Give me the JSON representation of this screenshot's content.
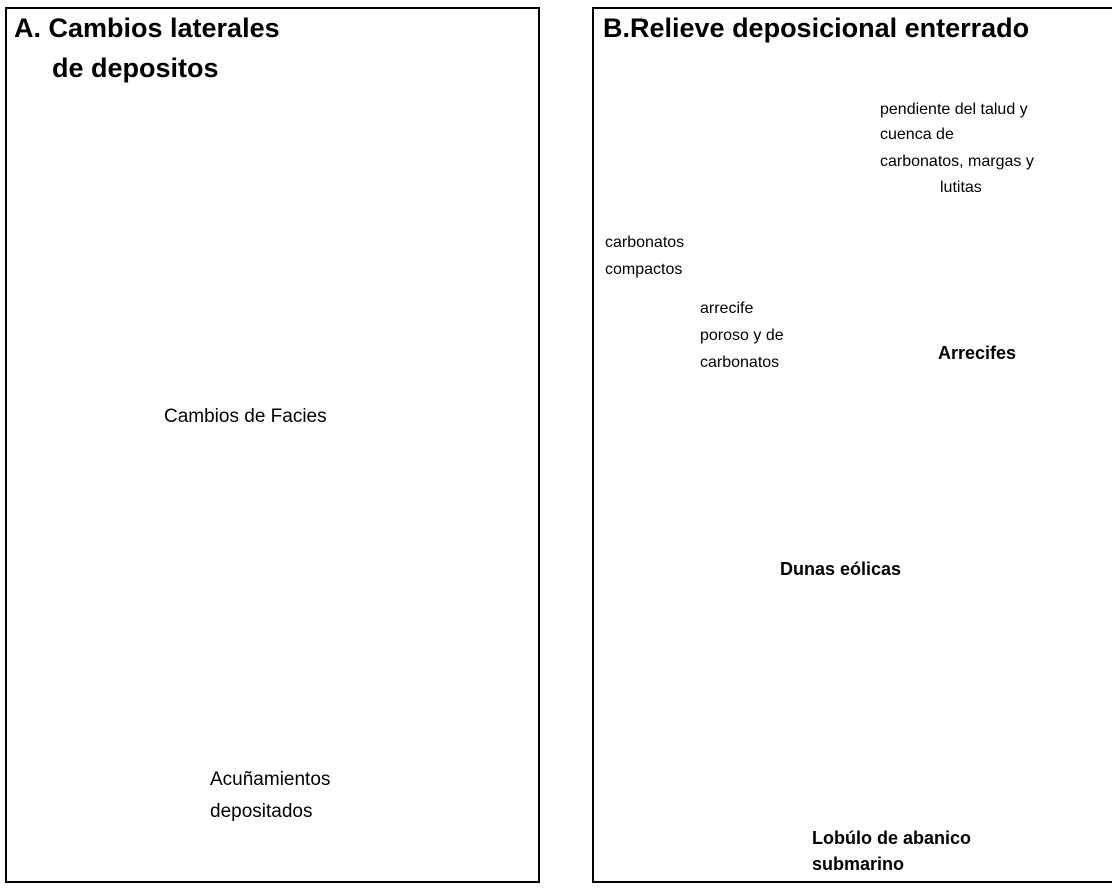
{
  "panel_a": {
    "title_line1": "A. Cambios laterales",
    "title_line2": "de depositos",
    "caption_facies": "Cambios de Facies",
    "caption_wedge_line1": "Acuñamientos",
    "caption_wedge_line2": "depositados"
  },
  "panel_b": {
    "title": "B.Relieve deposicional enterrado",
    "reef": {
      "slope_line1": "pendiente del talud y",
      "slope_line2": "cuenca de",
      "slope_line3": "carbonatos, margas y",
      "slope_line4": "lutitas",
      "compact_line1": "carbonatos",
      "compact_line2": "compactos",
      "porous_line1": "arrecife",
      "porous_line2": "poroso y  de",
      "porous_line3": "carbonatos",
      "caption": "Arrecifes"
    },
    "dunes_caption": "Dunas eólicas",
    "lobe_caption_line1": "Lobúlo de abanico",
    "lobe_caption_line2": "submarino"
  }
}
